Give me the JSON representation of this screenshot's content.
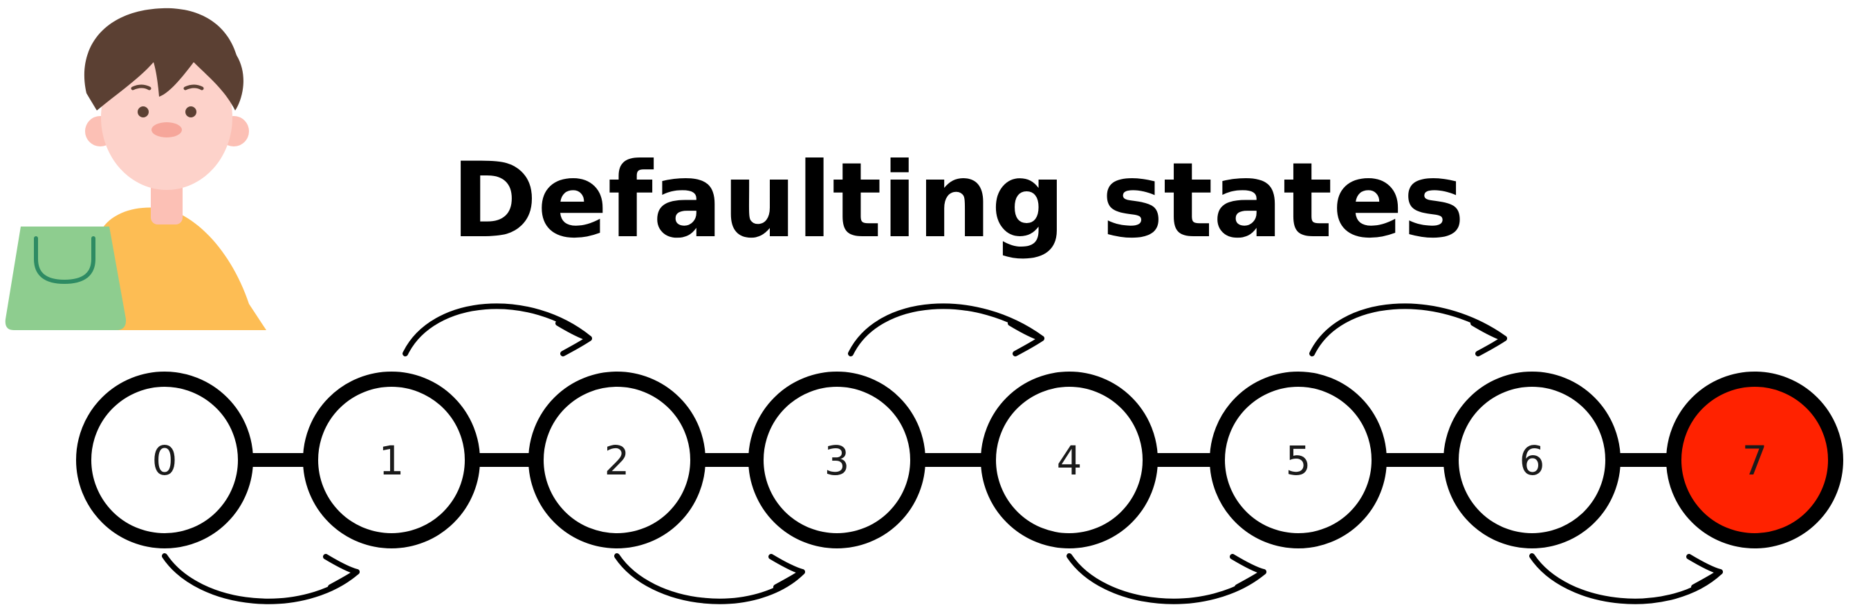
{
  "title": "Defaulting states",
  "states": [
    {
      "label": "0",
      "defaulted": false
    },
    {
      "label": "1",
      "defaulted": false
    },
    {
      "label": "2",
      "defaulted": false
    },
    {
      "label": "3",
      "defaulted": false
    },
    {
      "label": "4",
      "defaulted": false
    },
    {
      "label": "5",
      "defaulted": false
    },
    {
      "label": "6",
      "defaulted": false
    },
    {
      "label": "7",
      "defaulted": true
    }
  ],
  "transitions_above": [
    [
      1,
      2
    ],
    [
      3,
      4
    ],
    [
      5,
      6
    ]
  ],
  "transitions_below": [
    [
      0,
      1
    ],
    [
      2,
      3
    ],
    [
      4,
      5
    ],
    [
      6,
      7
    ]
  ],
  "colors": {
    "node_fill": "#ffffff",
    "node_stroke": "#000000",
    "default_fill": "#ff2200",
    "hair": "#5b4033",
    "skin": "#fdd2ca",
    "shirt": "#fdbd54",
    "bag": "#8ecd8f",
    "bag_handle": "#2e8b63"
  },
  "icons": {
    "avatar": "shopper-avatar-icon",
    "bag": "shopping-bag-icon"
  }
}
